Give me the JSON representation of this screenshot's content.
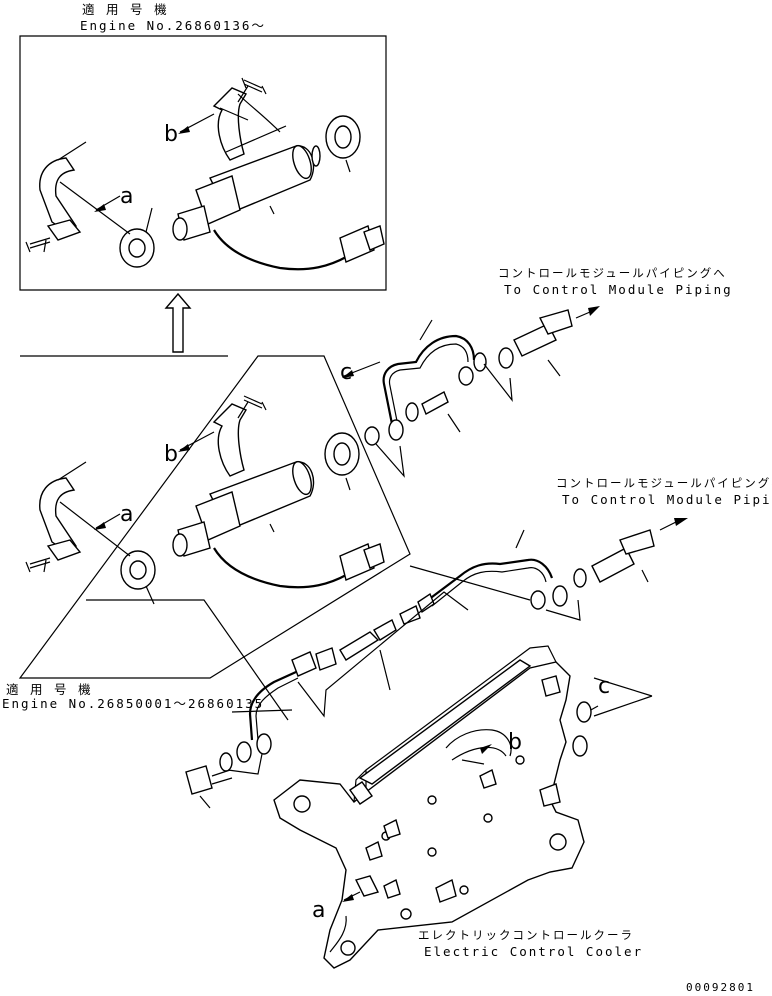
{
  "labels": {
    "applicable_top_jp": "適 用 号 機",
    "applicable_top_en": "Engine No.26860136〜",
    "applicable_bottom_jp": "適 用 号 機",
    "applicable_bottom_en": "Engine No.26850001〜26860135",
    "to_control_1_jp": "コントロールモジュールパイピングへ",
    "to_control_1_en": "To Control Module Piping",
    "to_control_2_jp": "コントロールモジュールパイピングへ",
    "to_control_2_en": "To Control Module Piping",
    "cooler_jp": "エレクトリックコントロールクーラ",
    "cooler_en": "Electric Control Cooler",
    "drawing_number": "00092801"
  },
  "callouts": {
    "a1": "a",
    "b1": "b",
    "a2": "a",
    "b2": "b",
    "c1": "c",
    "c2": "c",
    "b3": "b",
    "a3": "a"
  },
  "icons": [
    "up-arrow-icon",
    "callout-arrow-icon"
  ]
}
